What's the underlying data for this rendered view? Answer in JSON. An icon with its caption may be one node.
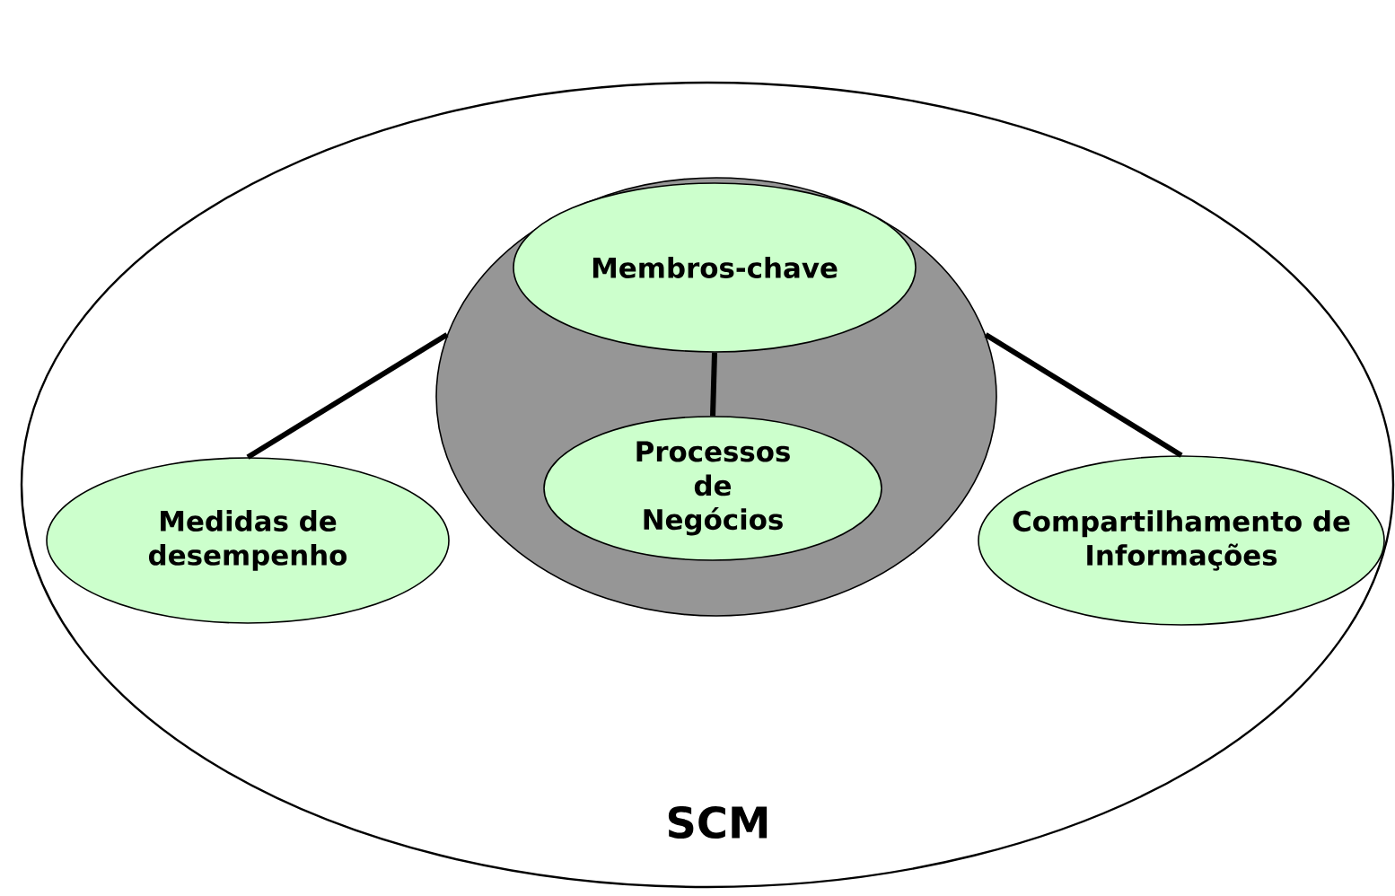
{
  "diagram": {
    "nodes": [
      {
        "text": [
          "SCM"
        ]
      },
      {
        "text": [],
        "shape": "circle",
        "in": 0
      },
      {
        "text": [
          "Membros-chave"
        ],
        "in": 1
      },
      {
        "text": [
          "Processos de Negócios"
        ],
        "in": 1
      },
      {
        "text": [
          "Medidas de desempenho"
        ],
        "in": 0
      },
      {
        "text": [
          "Compartilhamento de Informações"
        ],
        "in": 0
      }
    ],
    "edges": [
      {
        "from": 2,
        "to": 3,
        "arrow": "none"
      },
      {
        "from": 4,
        "to": 1,
        "arrow": "none"
      },
      {
        "from": 1,
        "to": 5,
        "arrow": "none"
      }
    ]
  }
}
